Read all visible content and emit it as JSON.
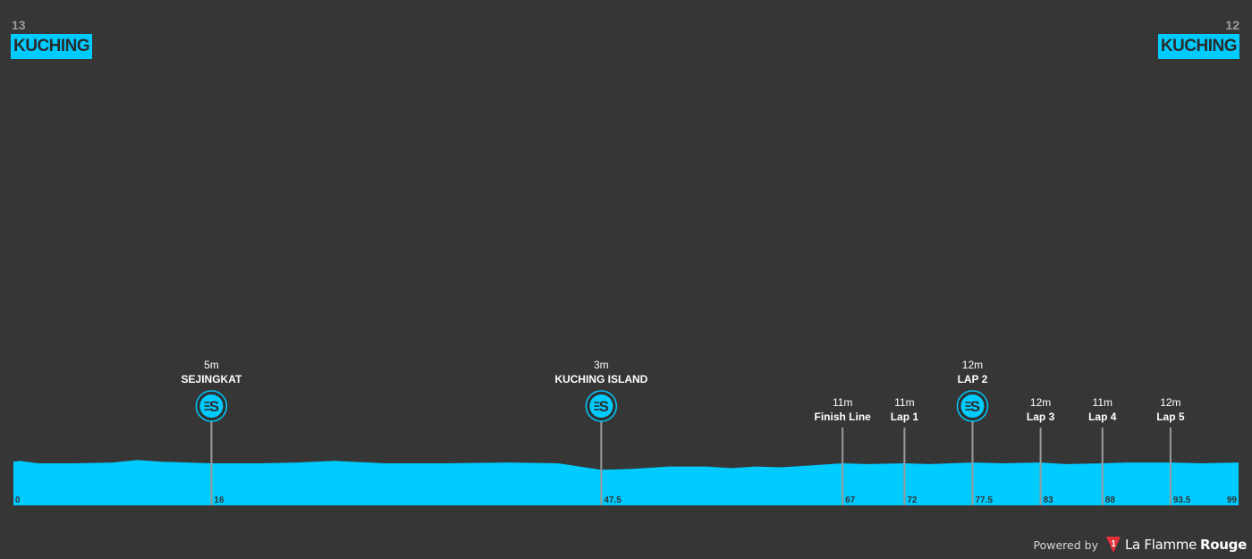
{
  "colors": {
    "background": "#363636",
    "profile_fill": "#00cbff",
    "accent": "#00cbff",
    "marker_line": "#9a9a9a",
    "logo_red": "#e3303a"
  },
  "towns": {
    "start": {
      "name": "KUCHING",
      "elevation": "13"
    },
    "end": {
      "name": "KUCHING",
      "elevation": "12"
    }
  },
  "footer": {
    "powered_by": "Powered by",
    "brand_light": "La Flamme",
    "brand_bold": "Rouge",
    "logo_glyph": "1"
  },
  "chart_data": {
    "type": "area",
    "title": "",
    "xlabel": "",
    "ylabel": "",
    "unit": "m",
    "x_range": [
      0,
      99
    ],
    "y_range": [
      0,
      100
    ],
    "x_start_label": "0",
    "x_end_label": "99",
    "profile": {
      "km": [
        0,
        0.5,
        2,
        5,
        8,
        10,
        12,
        16,
        20,
        23,
        26,
        30,
        35,
        40,
        44,
        47.5,
        50,
        53,
        56,
        58,
        60,
        62,
        64,
        67,
        69,
        72,
        74,
        77.5,
        80,
        83,
        85,
        88,
        90,
        93.5,
        96,
        99
      ],
      "elevation_m": [
        13,
        14,
        11,
        11,
        12,
        15,
        13,
        11,
        11,
        12,
        14,
        11,
        11,
        12,
        11,
        3,
        4,
        7,
        7,
        5,
        7,
        6,
        8,
        11,
        10,
        11,
        10,
        12,
        11,
        12,
        10,
        11,
        12,
        12,
        11,
        12
      ]
    },
    "markers": [
      {
        "km": 16,
        "km_label": "16",
        "elevation": "5m",
        "name": "SEJINGKAT",
        "sprint": true,
        "sprint_icon": "sprint-icon"
      },
      {
        "km": 47.5,
        "km_label": "47.5",
        "elevation": "3m",
        "name": "KUCHING ISLAND",
        "sprint": true,
        "sprint_icon": "sprint-icon"
      },
      {
        "km": 67,
        "km_label": "67",
        "elevation": "11m",
        "name": "Finish Line",
        "sprint": false
      },
      {
        "km": 72,
        "km_label": "72",
        "elevation": "11m",
        "name": "Lap 1",
        "sprint": false
      },
      {
        "km": 77.5,
        "km_label": "77.5",
        "elevation": "12m",
        "name": "LAP 2",
        "sprint": true,
        "sprint_icon": "sprint-icon"
      },
      {
        "km": 83,
        "km_label": "83",
        "elevation": "12m",
        "name": "Lap 3",
        "sprint": false
      },
      {
        "km": 88,
        "km_label": "88",
        "elevation": "11m",
        "name": "Lap 4",
        "sprint": false
      },
      {
        "km": 93.5,
        "km_label": "93.5",
        "elevation": "12m",
        "name": "Lap 5",
        "sprint": false
      }
    ]
  }
}
